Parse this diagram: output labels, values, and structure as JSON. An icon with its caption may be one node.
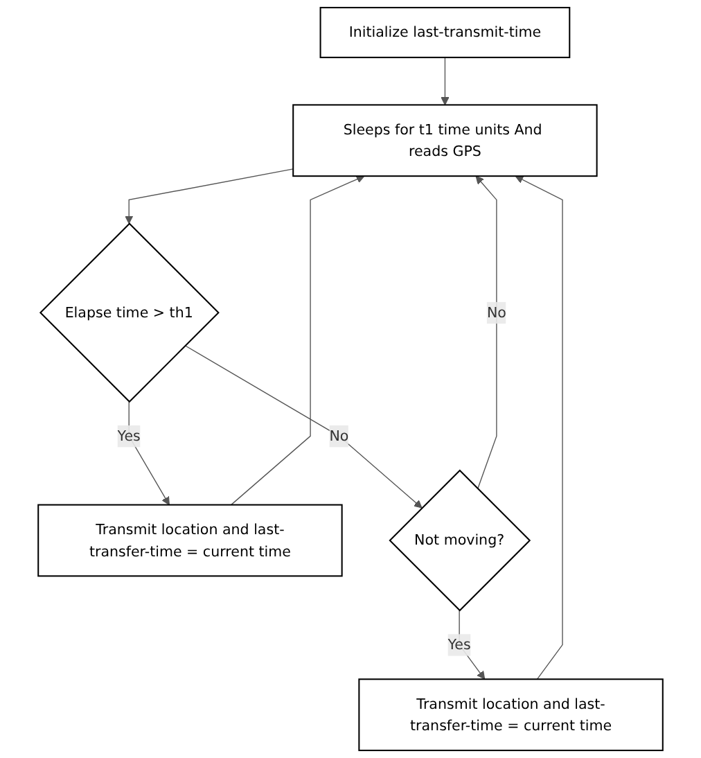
{
  "diagram": {
    "nodes": [
      {
        "text": [
          "Initialize last-transmit-time"
        ]
      },
      {
        "text": [
          "Sleeps for t1 time units And reads GPS"
        ]
      },
      {
        "text": [
          "Elapse time > th1"
        ]
      },
      {
        "text": [
          "Transmit location and last-transfer-time = current time"
        ]
      },
      {
        "text": [
          "Not moving?"
        ]
      },
      {
        "text": [
          "Transmit location and last-transfer-time = current time"
        ]
      }
    ],
    "edges": [
      {
        "from": 0,
        "to": 1,
        "arrow": "to"
      },
      {
        "from": 1,
        "to": 2,
        "arrow": "to"
      },
      {
        "from": 2,
        "to": 3,
        "arrow": "to",
        "label": "Yes"
      },
      {
        "from": 2,
        "to": 4,
        "arrow": "to",
        "label": "No"
      },
      {
        "from": 3,
        "to": 1,
        "arrow": "to"
      },
      {
        "from": 4,
        "to": 1,
        "arrow": "to",
        "label": "No"
      },
      {
        "from": 4,
        "to": 5,
        "arrow": "to",
        "label": "Yes"
      },
      {
        "from": 5,
        "to": 1,
        "arrow": "to"
      }
    ]
  }
}
